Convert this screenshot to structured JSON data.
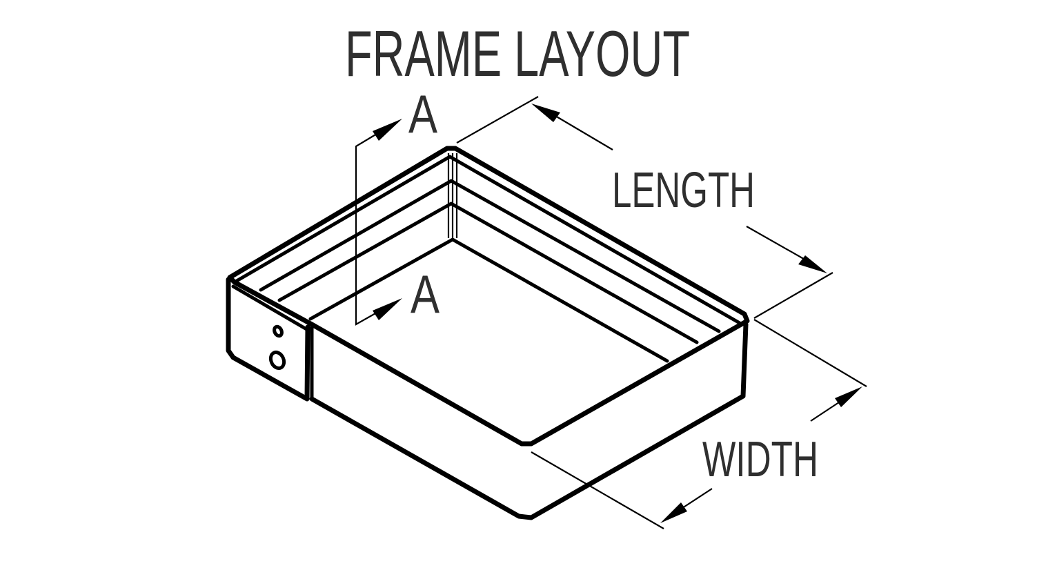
{
  "drawing": {
    "title": "FRAME LAYOUT",
    "section_marker_top": "A",
    "section_marker_bottom": "A",
    "length_label": "LENGTH",
    "width_label": "WIDTH",
    "line_color": "#000000",
    "text_color": "#2f2f2f",
    "background_color": "#ffffff"
  }
}
